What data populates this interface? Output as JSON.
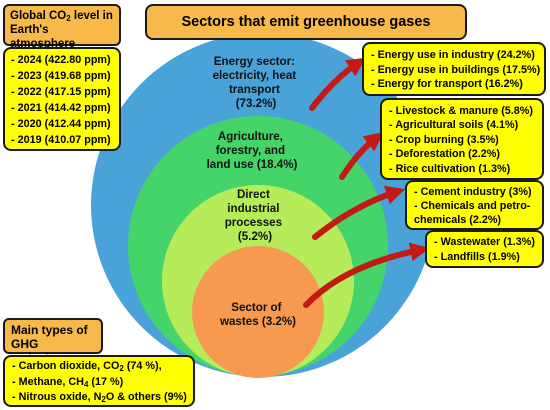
{
  "title": "Sectors that emit greenhouse gases",
  "co2": {
    "heading_1": "Global CO",
    "heading_sub": "2",
    "heading_2": " level in",
    "heading_3": "Earth's atmosphere",
    "items": [
      "- 2024 (422.80 ppm)",
      "- 2023 (419.68 ppm)",
      "- 2022 (417.15 ppm)",
      "- 2021 (414.42 ppm)",
      "- 2020 (412.44 ppm)",
      "- 2019 (410.07 ppm)"
    ]
  },
  "ghg": {
    "heading_1": "Main types of",
    "heading_2": "GHG emissions",
    "items": [
      {
        "text": "- Carbon dioxide, CO",
        "sub": "2",
        "tail": " (74 %),"
      },
      {
        "text": "- Methane, CH",
        "sub": "4",
        "tail": " (17 %)"
      },
      {
        "text": "- Nitrous oxide, N",
        "sub": "2",
        "tail": "O & others (9%)"
      }
    ]
  },
  "circles": {
    "energy": {
      "lines": [
        "Energy sector:",
        "electricity, heat",
        "transport",
        "(73.2%)"
      ],
      "color": "#4aa3d8"
    },
    "agriculture": {
      "lines": [
        "Agriculture,",
        "forestry, and",
        "land use (18.4%)"
      ],
      "color": "#44d46a"
    },
    "industry": {
      "lines": [
        "Direct",
        "industrial",
        "processes",
        "(5.2%)"
      ],
      "color": "#b6ec5a"
    },
    "waste": {
      "lines": [
        "Sector of",
        "wastes (3.2%)"
      ],
      "color": "#f79a50"
    }
  },
  "details": {
    "energy": [
      "- Energy use in industry (24.2%)",
      "- Energy use in buildings (17.5%)",
      "- Energy for transport (16.2%)"
    ],
    "agriculture": [
      "- Livestock & manure (5.8%)",
      "- Agricultural soils (4.1%)",
      "- Crop burning (3.5%)",
      "- Deforestation (2.2%)",
      "- Rice cultivation (1.3%)"
    ],
    "industry": [
      "- Cement industry (3%)",
      "- Chemicals and petro-",
      "chemicals (2.2%)"
    ],
    "waste": [
      "- Wastewater (1.3%)",
      "- Landfills (1.9%)"
    ]
  },
  "colors": {
    "arrow": "#c21a14",
    "box_yellow": "#ffff00",
    "box_orange": "#f7b94a"
  }
}
